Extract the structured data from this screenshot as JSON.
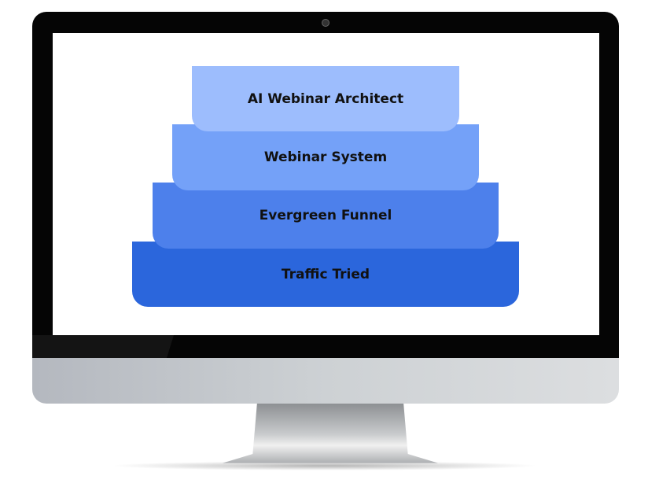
{
  "diagram": {
    "layers": [
      {
        "label": "AI Webinar Architect",
        "color": "#9dbdfd"
      },
      {
        "label": "Webinar System",
        "color": "#74a1f8"
      },
      {
        "label": "Evergreen Funnel",
        "color": "#4d80eb"
      },
      {
        "label": "Traffic Tried",
        "color": "#2b66dc"
      }
    ]
  }
}
